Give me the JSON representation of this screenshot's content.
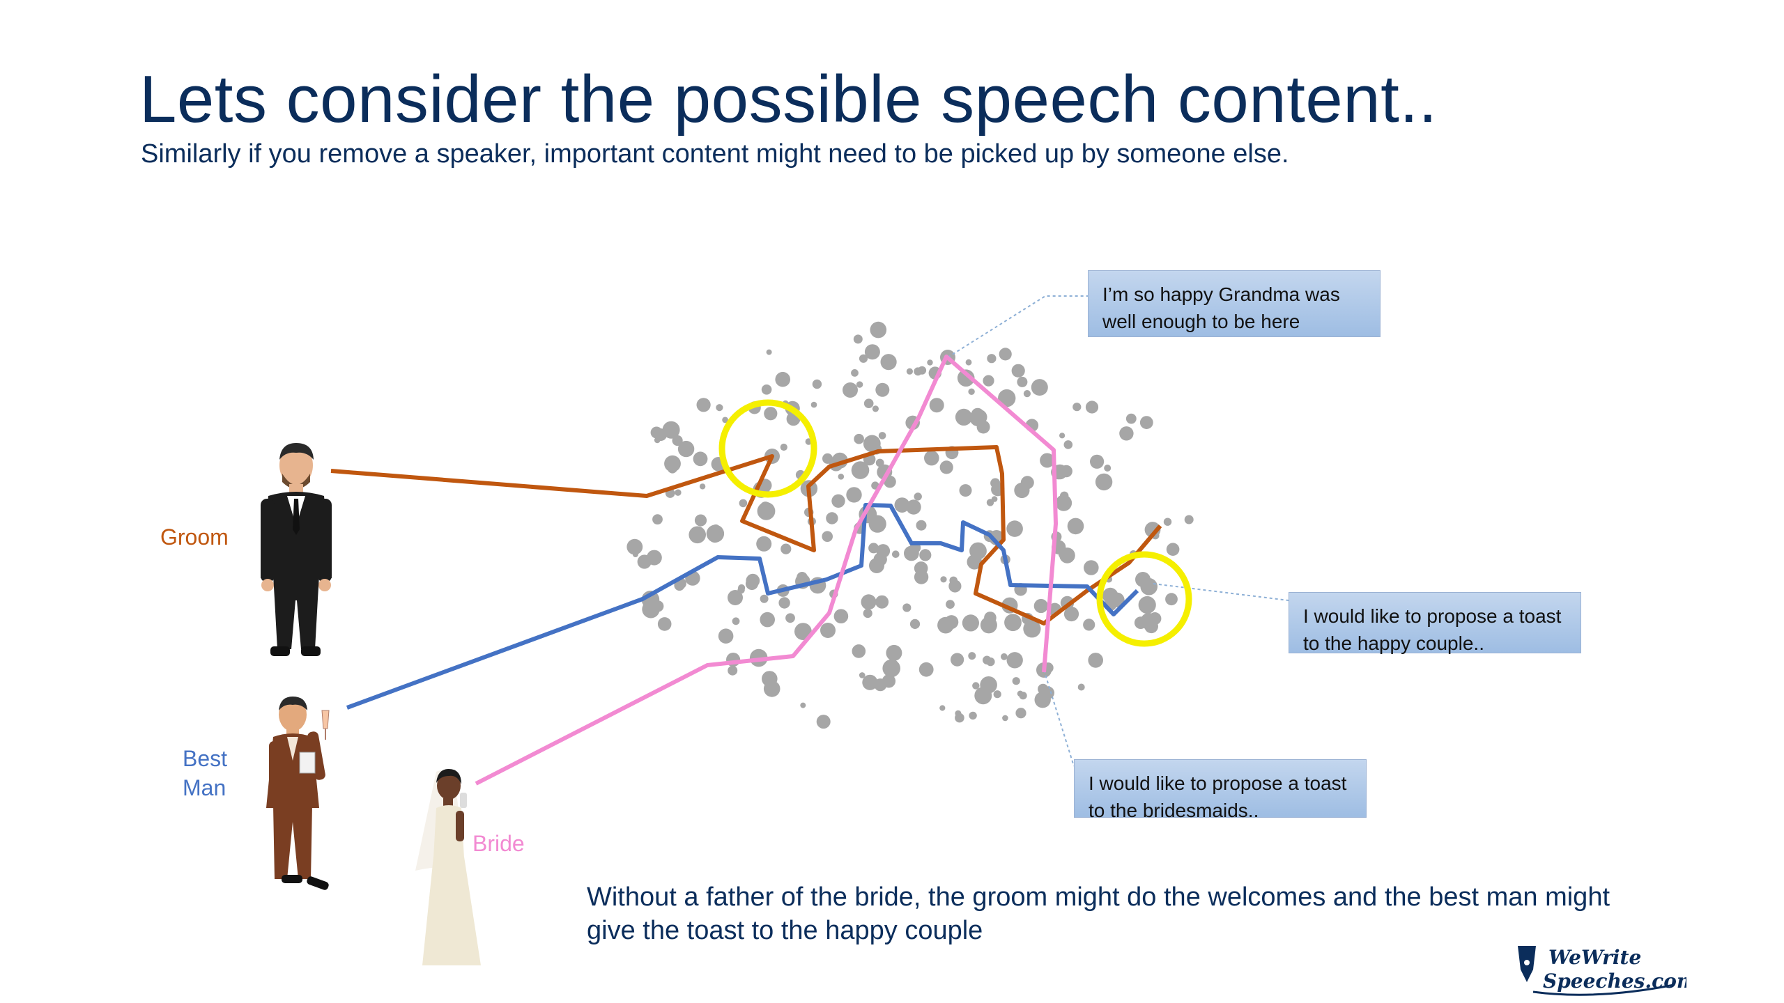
{
  "slide": {
    "title": "Lets consider the possible speech content..",
    "subtitle": "Similarly if you remove a speaker, important content might need to be picked up by someone else.",
    "caption": "Without a father of the bride, the groom might do the welcomes and the best man might give the toast to the happy couple"
  },
  "speakers": {
    "groom": {
      "label": "Groom",
      "color": "#c0570f"
    },
    "best_man": {
      "label_line1": "Best",
      "label_line2": "Man",
      "color": "#4472c4"
    },
    "bride": {
      "label": "Bride",
      "color": "#f28ad2"
    }
  },
  "callouts": {
    "grandma": "I’m so happy Grandma was well enough to be here",
    "toast_couple": "I would like to propose a toast to the happy couple..",
    "toast_bridesmaids": "I would like to propose a toast to the bridesmaids.."
  },
  "highlight_color": "#f5ef00",
  "dot_color": "#a6a6a6",
  "logo": {
    "line1": "WeWrite",
    "line2": "Speeches.com",
    "color": "#0b2d5b"
  }
}
